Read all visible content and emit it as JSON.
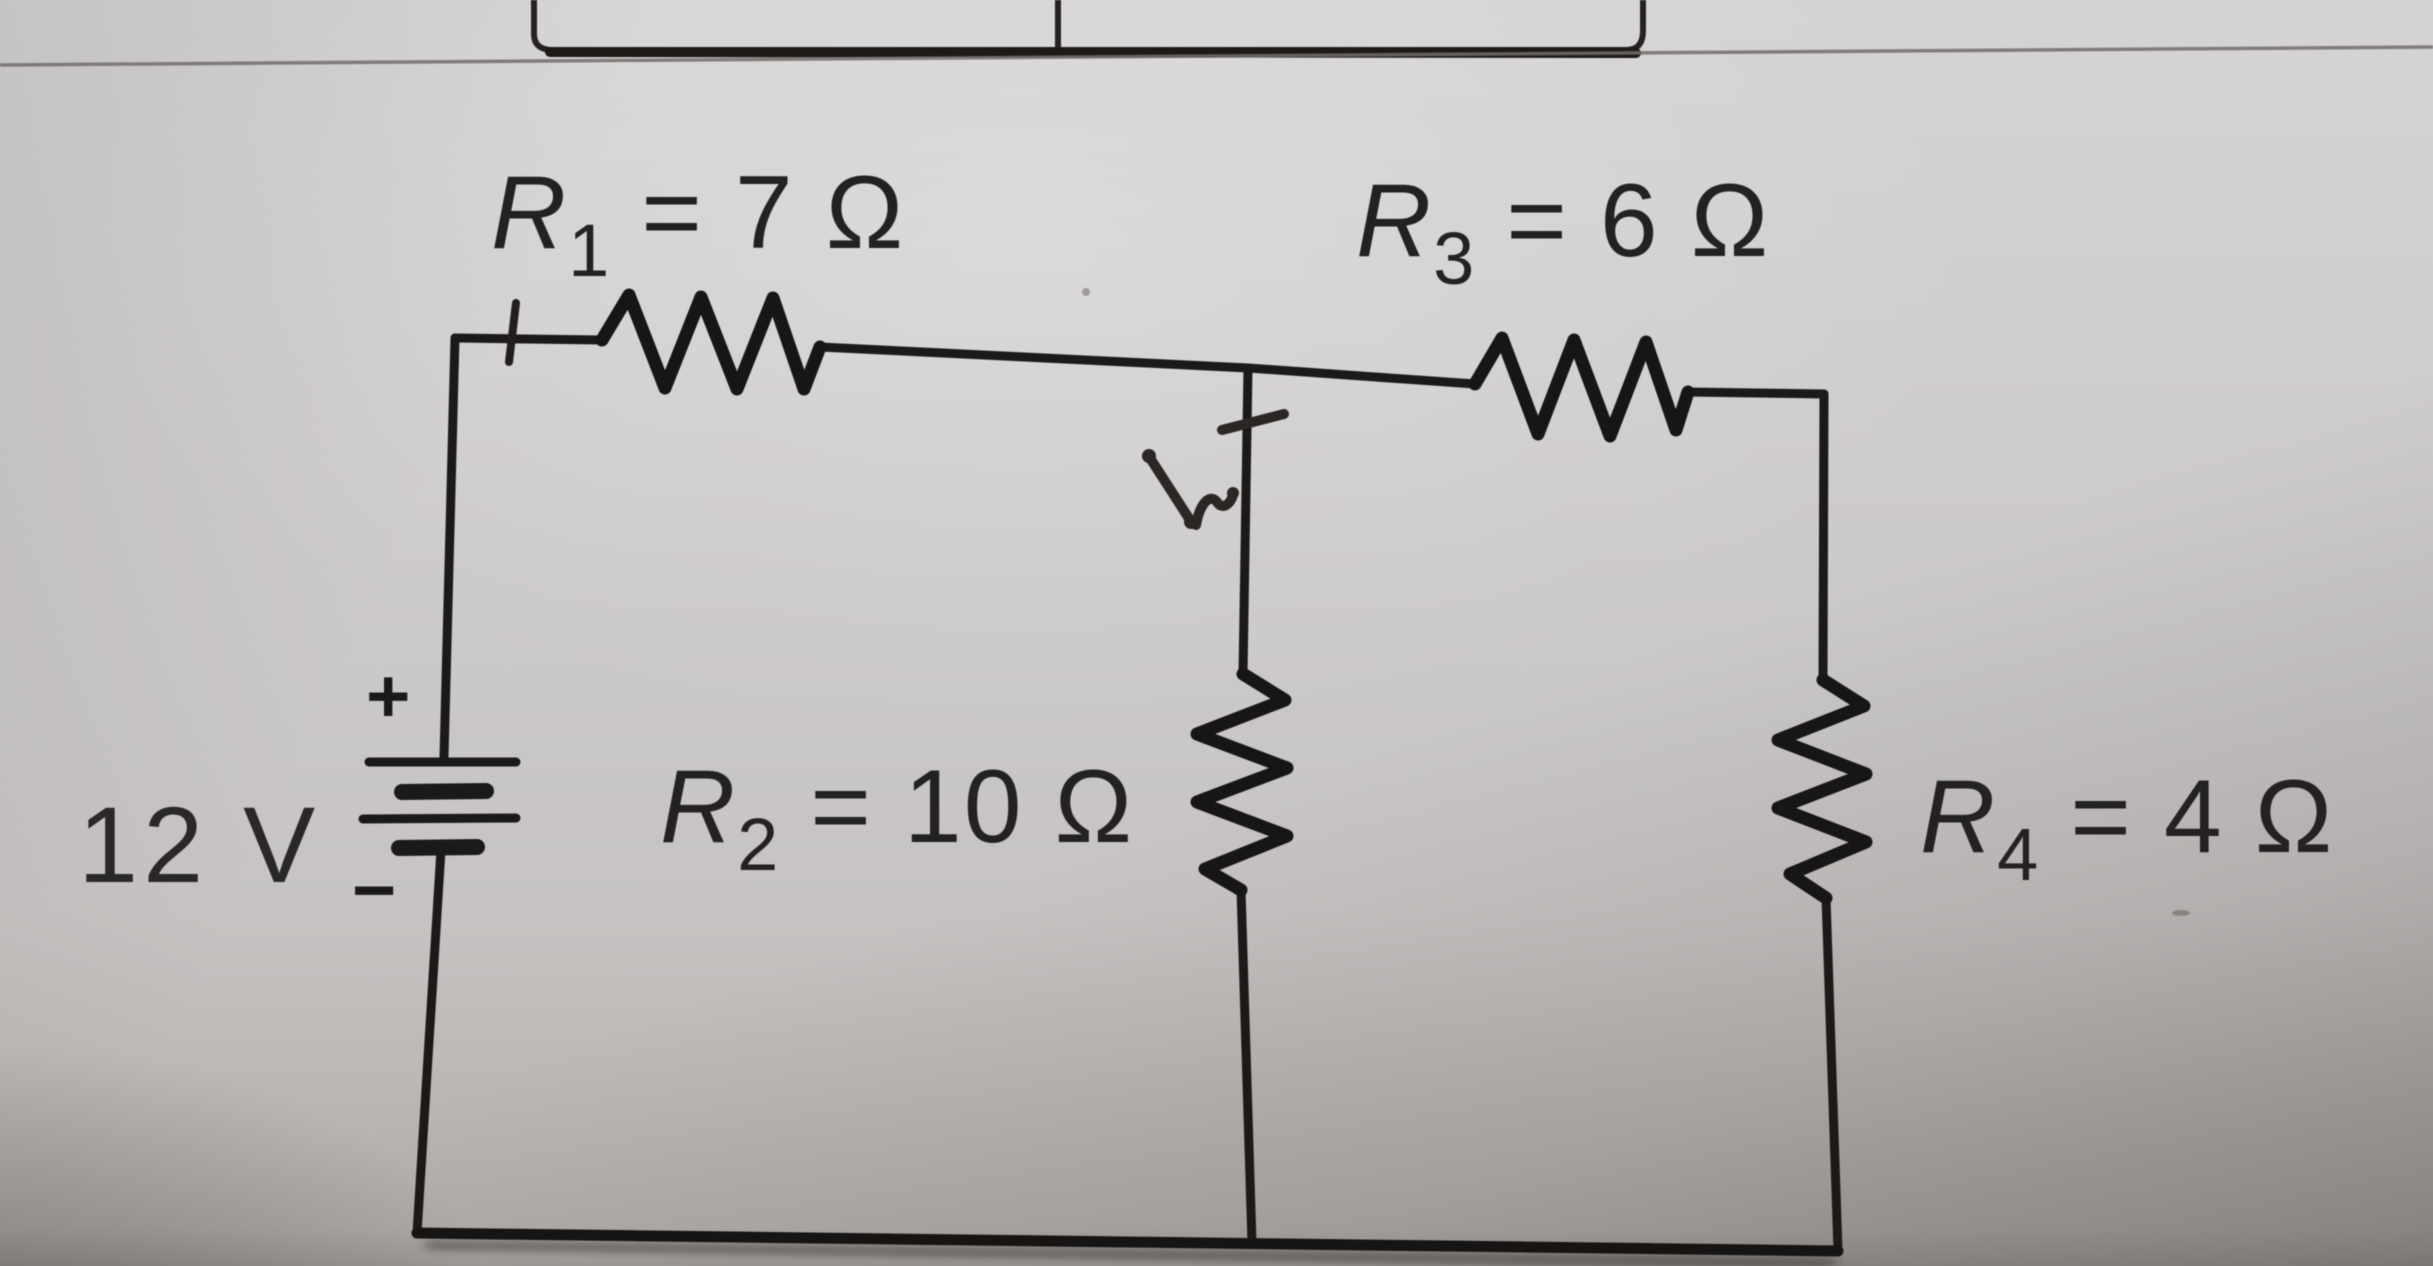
{
  "colors": {
    "paper": "#cbc8c9",
    "ink": "#1c1a19"
  },
  "labels": {
    "r1": {
      "symbol": "R",
      "subscript": "1",
      "value": "= 7 Ω"
    },
    "r3": {
      "symbol": "R",
      "subscript": "3",
      "value": "= 6 Ω"
    },
    "r2": {
      "symbol": "R",
      "subscript": "2",
      "value": "= 10 Ω"
    },
    "r4": {
      "symbol": "R",
      "subscript": "4",
      "value": "= 4 Ω"
    },
    "source_voltage": "12 V",
    "battery_plus": "+",
    "battery_minus": "−"
  },
  "circuit_data": {
    "type": "dc-resistive-circuit",
    "source": {
      "voltage": "12 V",
      "symbol": "multi-cell battery",
      "polarity_top": "+",
      "polarity_bottom": "−"
    },
    "resistors": [
      {
        "id": "R1",
        "ohms": 7,
        "orientation": "horizontal",
        "location": "top-left branch"
      },
      {
        "id": "R2",
        "ohms": 10,
        "orientation": "vertical",
        "location": "middle branch"
      },
      {
        "id": "R3",
        "ohms": 6,
        "orientation": "horizontal",
        "location": "top-right branch"
      },
      {
        "id": "R4",
        "ohms": 4,
        "orientation": "vertical",
        "location": "right branch"
      }
    ],
    "handwritten_annotations": [
      "plus tick crossing top-left wire",
      "plus mark crossing middle branch near top",
      "small diagonal pen stroke with squiggle left of middle branch"
    ]
  }
}
